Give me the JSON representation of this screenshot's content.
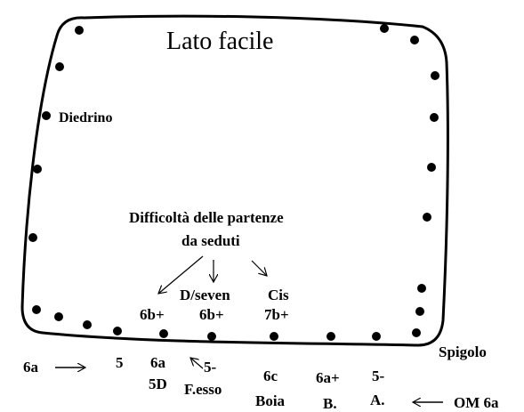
{
  "title": "Lato facile",
  "labels": {
    "diedrino": "Diedrino",
    "difficulty_line1": "Difficoltà delle partenze",
    "difficulty_line2": "da seduti",
    "spigolo": "Spigolo",
    "start_6a": "6a",
    "om": "OM 6a"
  },
  "seated_starts": [
    {
      "grade": "6b+",
      "name": ""
    },
    {
      "grade": "6b+",
      "name": "D/seven"
    },
    {
      "grade": "7b+",
      "name": "Cis"
    }
  ],
  "bottom_routes": [
    {
      "grade": "5",
      "name": ""
    },
    {
      "grade": "6a",
      "name": "5D"
    },
    {
      "grade": "5-",
      "name": "F.esso"
    },
    {
      "grade": "6c",
      "name": "Boia"
    },
    {
      "grade": "6a+",
      "name": "B."
    },
    {
      "grade": "5-",
      "name": "A."
    }
  ]
}
